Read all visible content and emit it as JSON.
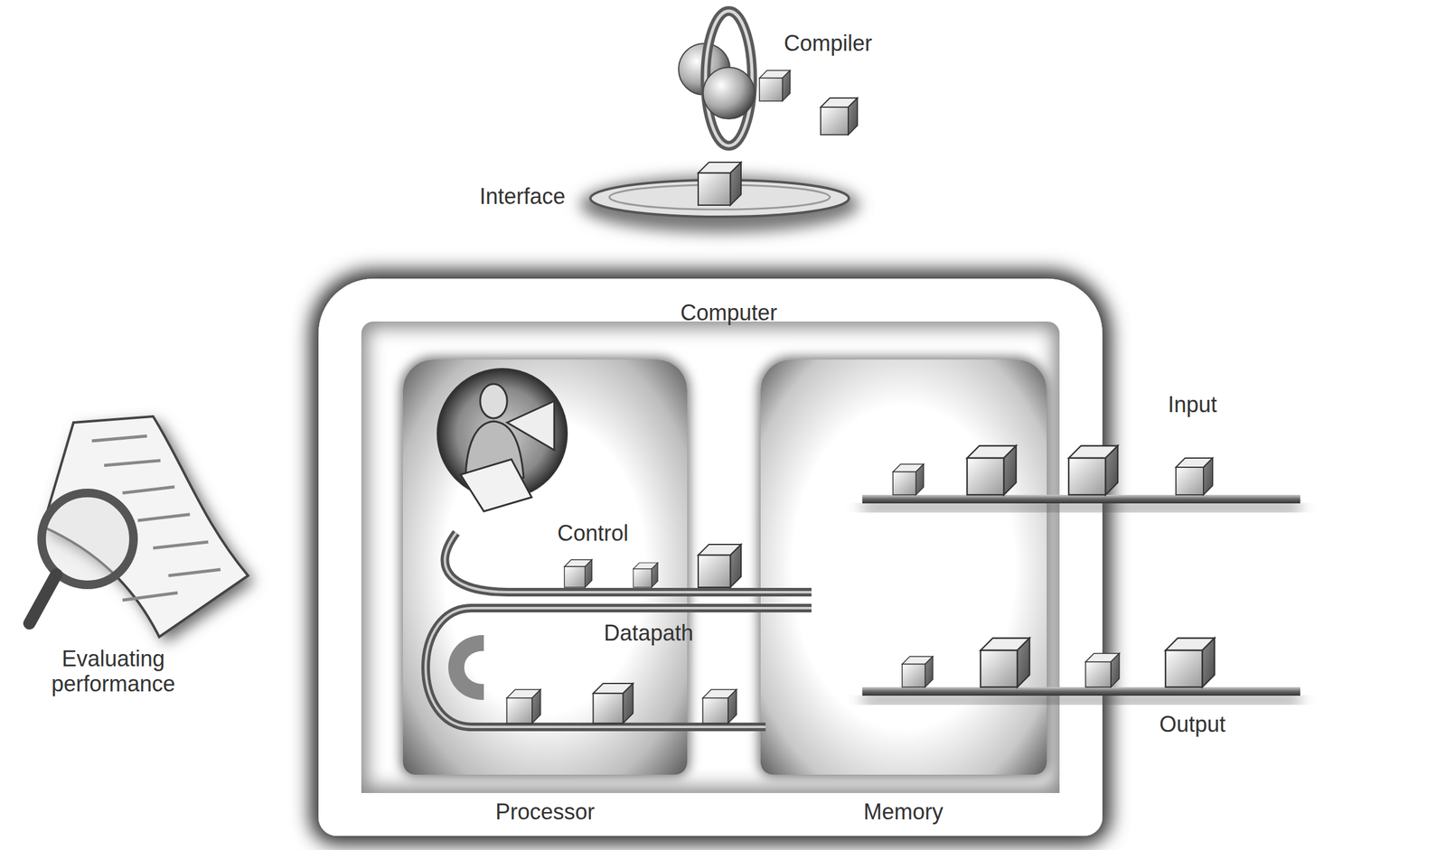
{
  "diagram": {
    "nodes": [
      {
        "text": [
          "Computer"
        ]
      },
      {
        "text": [
          "Processor"
        ],
        "in": 0
      },
      {
        "text": [
          "Memory"
        ],
        "in": 0
      }
    ],
    "labels": [
      "Compiler",
      "Interface",
      "Input",
      "Control",
      "Datapath",
      "Evaluating performance",
      "Output"
    ]
  }
}
